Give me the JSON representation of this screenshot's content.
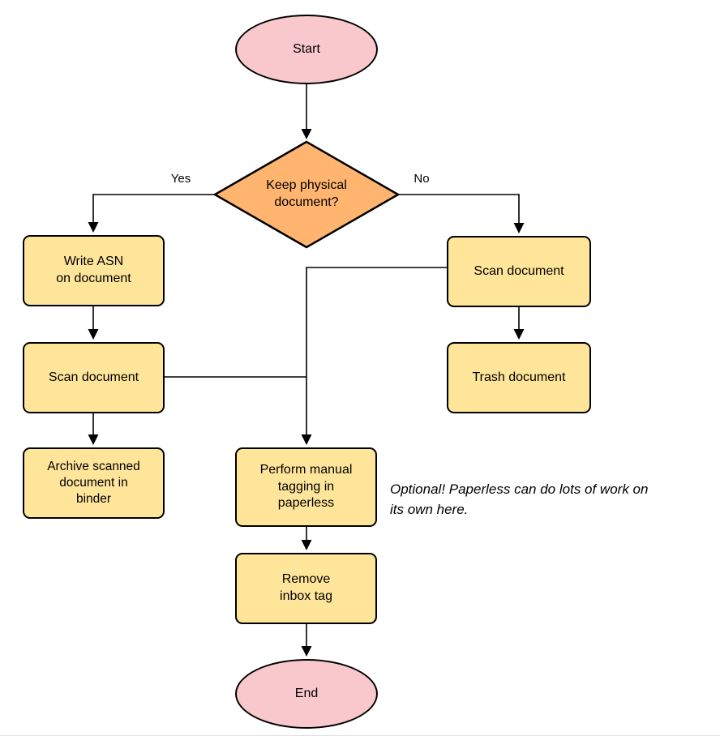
{
  "diagram": {
    "nodes": {
      "start": {
        "label": "Start"
      },
      "decision": {
        "label": "Keep physical\ndocument?"
      },
      "write_asn": {
        "label": "Write ASN\non document"
      },
      "scan_left": {
        "label": "Scan document"
      },
      "archive": {
        "label": "Archive scanned\ndocument in\nbinder"
      },
      "scan_right": {
        "label": "Scan document"
      },
      "trash": {
        "label": "Trash document"
      },
      "tagging": {
        "label": "Perform manual\ntagging in\npaperless"
      },
      "remove_inbox": {
        "label": "Remove\ninbox tag"
      },
      "end": {
        "label": "End"
      }
    },
    "edge_labels": {
      "yes": "Yes",
      "no": "No"
    },
    "annotation": "Optional! Paperless can do lots of work on\nits own here.",
    "colors": {
      "terminal_fill": "#f8c8cc",
      "decision_fill": "#ffb570",
      "process_fill": "#ffe59a",
      "stroke": "#000000"
    }
  }
}
